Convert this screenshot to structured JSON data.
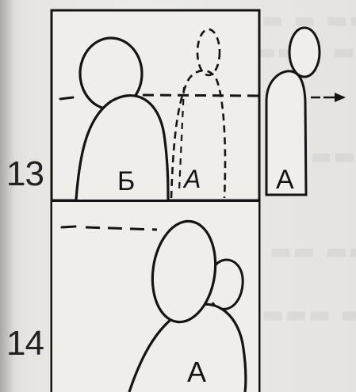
{
  "frames": [
    {
      "number": "13",
      "figures": [
        {
          "label": "Б"
        },
        {
          "label": "А"
        },
        {
          "label": "А"
        }
      ]
    },
    {
      "number": "14",
      "figures": [
        {
          "label": "А"
        }
      ]
    }
  ],
  "colors": {
    "ink": "#141414",
    "paper": "#ecebe8"
  }
}
